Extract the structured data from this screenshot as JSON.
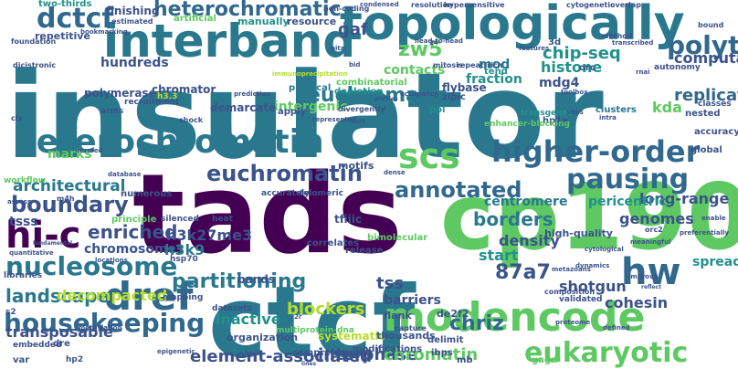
{
  "background": "#ffffff",
  "palette": [
    "#440154",
    "#3b528b",
    "#21918c",
    "#5ec962",
    "#fde725"
  ],
  "words": [
    {
      "text": "insulator",
      "color": "#2a788e"
    },
    {
      "text": "tads",
      "color": "#440154"
    },
    {
      "text": "ctcf",
      "color": "#2a788e"
    },
    {
      "text": "cp190",
      "color": "#5ec962"
    },
    {
      "text": "topologically",
      "color": "#2a788e"
    },
    {
      "text": "interband",
      "color": "#2a788e"
    },
    {
      "text": "modencode",
      "color": "#5ec962"
    },
    {
      "text": "heterochromatin",
      "color": "#2a788e"
    },
    {
      "text": "higher-order",
      "color": "#31688e"
    },
    {
      "text": "hi-c",
      "color": "#440154"
    },
    {
      "text": "dref",
      "color": "#31688e"
    },
    {
      "text": "hw",
      "color": "#31688e"
    },
    {
      "text": "scs",
      "color": "#5ec962"
    },
    {
      "text": "pausing",
      "color": "#31688e"
    },
    {
      "text": "nucleosome",
      "color": "#2a788e"
    },
    {
      "text": "housekeeping",
      "color": "#31688e"
    },
    {
      "text": "eukaryotic",
      "color": "#5ec962"
    },
    {
      "text": "dctcf",
      "color": "#31688e"
    },
    {
      "text": "heterochromatic",
      "color": "#31688e"
    },
    {
      "text": "euchromatin",
      "color": "#3b528b"
    },
    {
      "text": "annotated",
      "color": "#31688e"
    },
    {
      "text": "boundary",
      "color": "#3b528b"
    },
    {
      "text": "enriched",
      "color": "#3b528b"
    },
    {
      "text": "partitioning",
      "color": "#2a788e"
    },
    {
      "text": "architectural",
      "color": "#2a788e"
    },
    {
      "text": "euchromatic",
      "color": "#2a788e"
    },
    {
      "text": "zw5",
      "color": "#2a788e"
    },
    {
      "text": "polytene",
      "color": "#5ec962"
    },
    {
      "text": "gaf",
      "color": "#31688e"
    },
    {
      "text": "87a7",
      "color": "#3b528b"
    },
    {
      "text": "chriz",
      "color": "#3b528b"
    },
    {
      "text": "borders",
      "color": "#31688e"
    },
    {
      "text": "tss",
      "color": "#2a788e"
    },
    {
      "text": "landscape",
      "color": "#2a788e"
    },
    {
      "text": "hundreds",
      "color": "#3b528b"
    },
    {
      "text": "chip-seq",
      "color": "#2a788e"
    },
    {
      "text": "element-associated",
      "color": "#3b528b"
    },
    {
      "text": "interphase",
      "color": "#21918c"
    },
    {
      "text": "chromatin",
      "color": "#3b528b"
    },
    {
      "text": "inactive",
      "color": "#3b528b"
    },
    {
      "text": "blockers",
      "color": "#5ec962"
    },
    {
      "text": "density",
      "color": "#21918c"
    },
    {
      "text": "start",
      "color": "#b5de2b"
    },
    {
      "text": "cohesin",
      "color": "#3b528b"
    },
    {
      "text": "decompacted",
      "color": "#21918c"
    },
    {
      "text": "chromosomes",
      "color": "#3b528b"
    },
    {
      "text": "shotgun",
      "color": "#b5de2b"
    },
    {
      "text": "transposable",
      "color": "#21918c"
    },
    {
      "text": "h3k27me3",
      "color": "#3b528b"
    },
    {
      "text": "h3k9",
      "color": "#3b528b"
    },
    {
      "text": "tsss",
      "color": "#3b528b"
    },
    {
      "text": "marks",
      "color": "#3b528b"
    },
    {
      "text": "mod",
      "color": "#2a788e"
    },
    {
      "text": "histone",
      "color": "#3b528b"
    },
    {
      "text": "replication",
      "color": "#5ec962"
    },
    {
      "text": "computational",
      "color": "#21918c"
    },
    {
      "text": "contacts",
      "color": "#2a788e"
    },
    {
      "text": "fraction",
      "color": "#21918c"
    },
    {
      "text": "mdg4",
      "color": "#31688e"
    },
    {
      "text": "kda",
      "color": "#3b528b"
    },
    {
      "text": "spreading",
      "color": "#5ec962"
    },
    {
      "text": "genomes",
      "color": "#21918c"
    },
    {
      "text": "long-range",
      "color": "#3b528b"
    },
    {
      "text": "pericentric",
      "color": "#5ec962"
    },
    {
      "text": "centromere",
      "color": "#21918c"
    },
    {
      "text": "barriers",
      "color": "#3b528b"
    },
    {
      "text": "intergenic",
      "color": "#3b528b"
    },
    {
      "text": "bands",
      "color": "#21918c"
    },
    {
      "text": "demarcate",
      "color": "#2a788e"
    },
    {
      "text": "chromator",
      "color": "#3b528b"
    },
    {
      "text": "polymerase",
      "color": "#5ec962"
    },
    {
      "text": "finishing",
      "color": "#3b528b"
    },
    {
      "text": "repetitive",
      "color": "#3b528b"
    },
    {
      "text": "two-thirds",
      "color": "#3b528b"
    },
    {
      "text": "artificial",
      "color": "#3b528b"
    },
    {
      "text": "manually",
      "color": "#3b528b"
    },
    {
      "text": "resource",
      "color": "#3b528b"
    },
    {
      "text": "combinatorial",
      "color": "#21918c"
    },
    {
      "text": "physical",
      "color": "#5ec962"
    },
    {
      "text": "depletion",
      "color": "#21918c"
    },
    {
      "text": "apply",
      "color": "#3b528b"
    },
    {
      "text": "flybase",
      "color": "#5ec962"
    },
    {
      "text": "zipic",
      "color": "#2a788e"
    },
    {
      "text": "pol",
      "color": "#21918c"
    },
    {
      "text": "tend",
      "color": "#3b528b"
    },
    {
      "text": "orc",
      "color": "#3b528b"
    },
    {
      "text": "3d",
      "color": "#3b528b"
    },
    {
      "text": "clusters",
      "color": "#21918c"
    },
    {
      "text": "nested",
      "color": "#21918c"
    },
    {
      "text": "accuracy",
      "color": "#3b528b"
    },
    {
      "text": "global",
      "color": "#3b528b"
    },
    {
      "text": "autonomy",
      "color": "#2a788e"
    },
    {
      "text": "classes",
      "color": "#3b528b"
    },
    {
      "text": "hp1a",
      "color": "#3b528b"
    },
    {
      "text": "transgenes",
      "color": "#3b528b"
    },
    {
      "text": "enhancer-blocking",
      "color": "#3b528b"
    },
    {
      "text": "de2f2",
      "color": "#3b528b"
    },
    {
      "text": "flank",
      "color": "#3b528b"
    },
    {
      "text": "high-quality",
      "color": "#21918c"
    },
    {
      "text": "systematic",
      "color": "#5ec962"
    },
    {
      "text": "thousands",
      "color": "#3b528b"
    },
    {
      "text": "delimit",
      "color": "#3b528b"
    },
    {
      "text": "mb",
      "color": "#3b528b"
    },
    {
      "text": "gaga",
      "color": "#b5de2b"
    },
    {
      "text": "ibps",
      "color": "#3b528b"
    },
    {
      "text": "modifications",
      "color": "#3b528b"
    },
    {
      "text": "comprehensive",
      "color": "#3b528b"
    },
    {
      "text": "organization",
      "color": "#5ec962"
    },
    {
      "text": "datasets",
      "color": "#3b528b"
    },
    {
      "text": "mapping",
      "color": "#3b528b"
    },
    {
      "text": "dre",
      "color": "#3b528b"
    },
    {
      "text": "var",
      "color": "#3b528b"
    },
    {
      "text": "hp2",
      "color": "#3b528b"
    },
    {
      "text": "embedded",
      "color": "#3b528b"
    },
    {
      "text": "s2",
      "color": "#3b528b"
    },
    {
      "text": "silenced",
      "color": "#3b528b"
    },
    {
      "text": "principle",
      "color": "#3b528b"
    },
    {
      "text": "numerous",
      "color": "#3b528b"
    },
    {
      "text": "accurately",
      "color": "#3b528b"
    },
    {
      "text": "telomeric",
      "color": "#3b528b"
    },
    {
      "text": "tfiiic",
      "color": "#5ec962"
    },
    {
      "text": "bimolecular",
      "color": "#3b528b"
    },
    {
      "text": "release",
      "color": "#3b528b"
    },
    {
      "text": "correlates",
      "color": "#3b528b"
    },
    {
      "text": "heat",
      "color": "#3b528b"
    },
    {
      "text": "hsp70",
      "color": "#5ec962"
    },
    {
      "text": "motifs",
      "color": "#3b528b"
    },
    {
      "text": "m4h",
      "color": "#3b528b"
    },
    {
      "text": "libraries",
      "color": "#3b528b"
    },
    {
      "text": "workflow",
      "color": "#3b528b"
    },
    {
      "text": "cis",
      "color": "#3b528b"
    },
    {
      "text": "dicistronic",
      "color": "#3b528b"
    },
    {
      "text": "foundation",
      "color": "#3b528b"
    },
    {
      "text": "estimated",
      "color": "#5ec962"
    },
    {
      "text": "bookmarking",
      "color": "#3b528b"
    },
    {
      "text": "non-coding",
      "color": "#3b528b"
    },
    {
      "text": "condensed",
      "color": "#3b528b"
    },
    {
      "text": "resolution",
      "color": "#3b528b"
    },
    {
      "text": "hypersensitive",
      "color": "#3b528b"
    },
    {
      "text": "cytogenetic",
      "color": "#3b528b"
    },
    {
      "text": "overlap",
      "color": "#3b528b"
    },
    {
      "text": "method",
      "color": "#3b528b"
    },
    {
      "text": "head-to-head",
      "color": "#3b528b"
    },
    {
      "text": "features",
      "color": "#3b528b"
    },
    {
      "text": "transcribed",
      "color": "#3b528b"
    },
    {
      "text": "repeat-rich",
      "color": "#3b528b"
    },
    {
      "text": "mitosis",
      "color": "#3b528b"
    },
    {
      "text": "rnai",
      "color": "#3b528b"
    },
    {
      "text": "h3.3",
      "color": "#3b528b"
    },
    {
      "text": "recruitment",
      "color": "#3b528b"
    },
    {
      "text": "arms",
      "color": "#3b528b"
    },
    {
      "text": "shock",
      "color": "#3b528b"
    },
    {
      "text": "prediction",
      "color": "#b5de2b"
    },
    {
      "text": "divergently",
      "color": "#3b528b"
    },
    {
      "text": "represented",
      "color": "#3b528b"
    },
    {
      "text": "occupancy",
      "color": "#3b528b"
    },
    {
      "text": "toolbox",
      "color": "#3b528b"
    },
    {
      "text": "intra",
      "color": "#3b528b"
    },
    {
      "text": "sites",
      "color": "#3b528b"
    },
    {
      "text": "profiles",
      "color": "#3b528b"
    },
    {
      "text": "dense",
      "color": "#3b528b"
    },
    {
      "text": "database",
      "color": "#3b528b"
    },
    {
      "text": "termed",
      "color": "#3b528b"
    },
    {
      "text": "quantitative",
      "color": "#3b528b"
    },
    {
      "text": "fundamental",
      "color": "#3b528b"
    },
    {
      "text": "assess",
      "color": "#3b528b"
    },
    {
      "text": "locations",
      "color": "#3b528b"
    },
    {
      "text": "methylation",
      "color": "#3b528b"
    },
    {
      "text": "multiprotein-dna",
      "color": "#3b528b"
    },
    {
      "text": "2r",
      "color": "#3b528b"
    },
    {
      "text": "be28",
      "color": "#3b528b"
    },
    {
      "text": "lines",
      "color": "#3b528b"
    },
    {
      "text": "epigenetic",
      "color": "#5ec962"
    },
    {
      "text": "validated",
      "color": "#3b528b"
    },
    {
      "text": "defined",
      "color": "#3b528b"
    },
    {
      "text": "proteome",
      "color": "#3b528b"
    },
    {
      "text": "capture",
      "color": "#3b528b"
    },
    {
      "text": "metazoans",
      "color": "#3b528b"
    },
    {
      "text": "dynamics",
      "color": "#3b528b"
    },
    {
      "text": "cytological",
      "color": "#3b528b"
    },
    {
      "text": "improve",
      "color": "#3b528b"
    },
    {
      "text": "orc2",
      "color": "#3b528b"
    },
    {
      "text": "composition",
      "color": "#3b528b"
    },
    {
      "text": "meaningful",
      "color": "#3b528b"
    },
    {
      "text": "preferentially",
      "color": "#3b528b"
    },
    {
      "text": "reflect",
      "color": "#3b528b"
    },
    {
      "text": "bound",
      "color": "#3b528b"
    },
    {
      "text": "pita",
      "color": "#3b528b"
    },
    {
      "text": "bid",
      "color": "#3b528b"
    },
    {
      "text": "immunoprecipitation",
      "color": "#3b528b"
    },
    {
      "text": "24",
      "color": "#3b528b"
    },
    {
      "text": "surf",
      "color": "#3b528b"
    },
    {
      "text": "enable",
      "color": "#3b528b"
    },
    {
      "text": "online",
      "color": "#b5de2b"
    },
    {
      "text": "properties",
      "color": "#3b528b"
    },
    {
      "text": "hg3",
      "color": "#3b528b"
    },
    {
      "text": "loops",
      "color": "#3b528b"
    }
  ]
}
